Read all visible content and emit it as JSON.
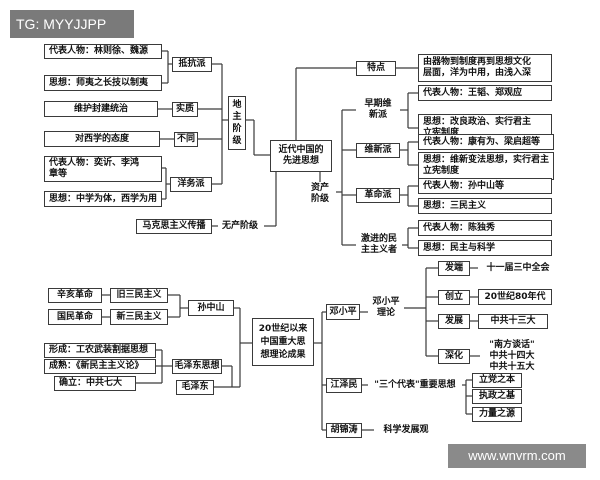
{
  "watermark_top": "TG: MYYJJPP",
  "watermark_bottom": "www.wnvrm.com",
  "modern": {
    "root": "近代中国的\n先进思想",
    "landlord": "地\n主\n阶\n级",
    "bourgeois": "资产\n阶级",
    "proletariat": "无产阶级",
    "marxism": "马克思主义传播",
    "resist": "抵抗派",
    "resist_people": "代表人物：林则徐、魏源",
    "resist_idea": "思想：师夷之长技以制夷",
    "nature": "实质",
    "nature_val": "维护封建统治",
    "differ": "不同",
    "differ_val": "对西学的态度",
    "westernize": "洋务派",
    "west_people": "代表人物：奕䜣、李鸿\n章等",
    "west_idea": "思想：中学为体，西学为用",
    "features": "特点",
    "features_val": "由器物到制度再到思想文化\n层面，洋为中用，由浅入深",
    "early": "早期维\n新派",
    "early_people": "代表人物：王韬、郑观应",
    "early_idea": "思想：改良政治、实行君主\n立宪制度",
    "reform": "维新派",
    "reform_people": "代表人物：康有为、梁启超等",
    "reform_idea": "思想：维新变法思想，实行君主\n立宪制度",
    "revolution": "革命派",
    "rev_people": "代表人物：孙中山等",
    "rev_idea": "思想：三民主义",
    "radical": "激进的民\n主主义者",
    "rad_people": "代表人物：陈独秀",
    "rad_idea": "思想：民主与科学"
  },
  "century": {
    "root": "20世纪以来\n中国重大思\n想理论成果",
    "sun": "孙中山",
    "xinhai": "辛亥革命",
    "old_sanmin": "旧三民主义",
    "guomin": "国民革命",
    "new_sanmin": "新三民主义",
    "mao_thought": "毛泽东思想",
    "mao": "毛泽东",
    "formed": "形成：工农武装割据思想",
    "matured": "成熟：《新民主主义论》",
    "established": "确立：中共七大",
    "deng": "邓小平",
    "deng_theory": "邓小平\n理论",
    "origin": "发端",
    "origin_val": "十一届三中全会",
    "founded": "创立",
    "founded_val": "20世纪80年代",
    "develop": "发展",
    "develop_val": "中共十三大",
    "deepen": "深化",
    "deepen_val": "\"南方谈话\"\n中共十四大\n中共十五大",
    "jiang": "江泽民",
    "three_rep": "\"三个代表\"重要思想",
    "rep1": "立党之本",
    "rep2": "执政之基",
    "rep3": "力量之源",
    "hu": "胡锦涛",
    "sci_dev": "科学发展观"
  }
}
